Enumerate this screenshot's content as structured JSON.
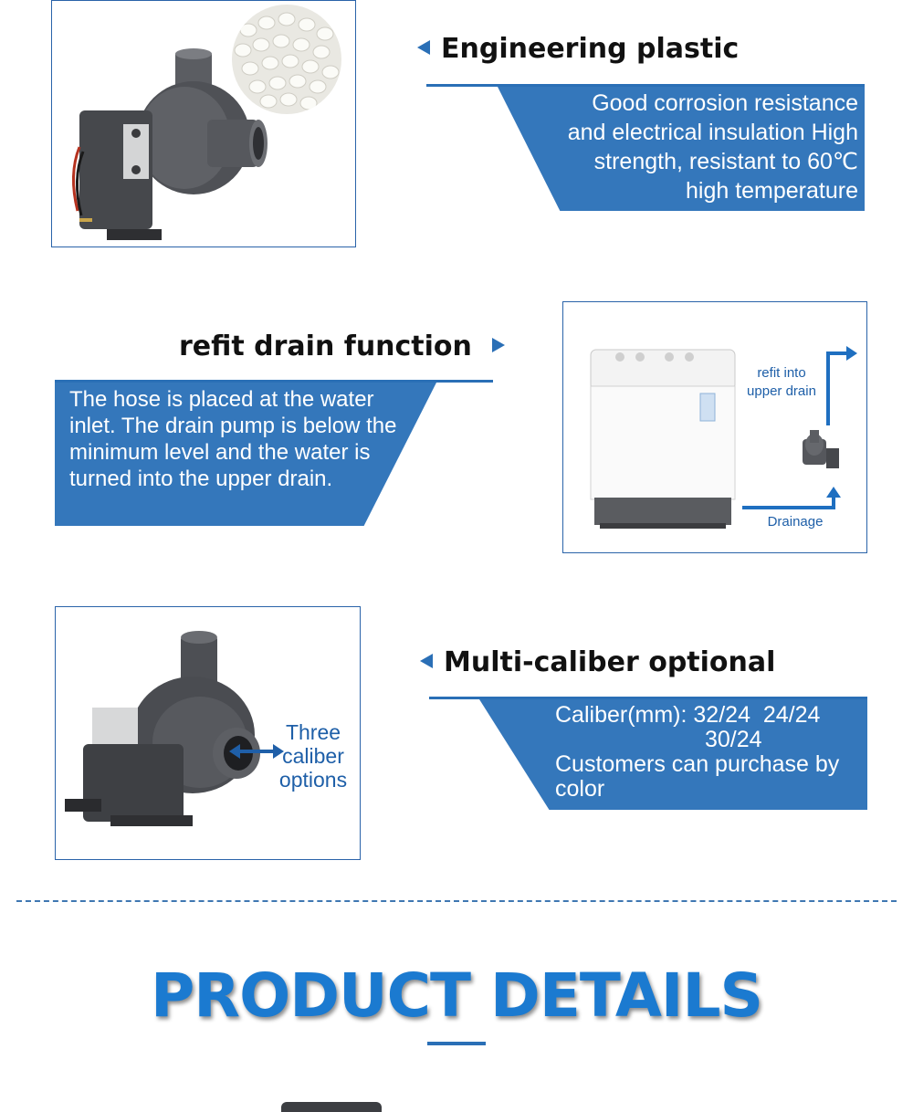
{
  "section1": {
    "heading": "Engineering plastic",
    "description": "Good corrosion resistance and electrical insulation High strength, resistant to 60℃ high temperature"
  },
  "section2": {
    "heading": "refit drain function",
    "description": "The hose is placed at the water inlet. The drain pump is below the minimum level and the water is turned into the upper drain.",
    "diagram": {
      "upper_label_line1": "refit into",
      "upper_label_line2": "upper drain",
      "drain_label": "Drainage"
    }
  },
  "section3": {
    "heading": "Multi-caliber optional",
    "caliber_label": "Caliber(mm):",
    "caliber_values_line1": "32/24  24/24",
    "caliber_values_line2": "30/24",
    "purchase_note": "Customers can purchase by color",
    "callout_line1": "Three",
    "callout_line2": "caliber",
    "callout_line3": "options"
  },
  "product_details": {
    "title": "PRODUCT DETAILS"
  },
  "colors": {
    "accent_blue": "#3477bb",
    "title_blue": "#1b7ad0",
    "frame_blue": "#2a63a9"
  },
  "icons": {
    "pump": "drain-pump-image",
    "pellets": "plastic-pellets-image",
    "washer": "washing-machine-image"
  }
}
